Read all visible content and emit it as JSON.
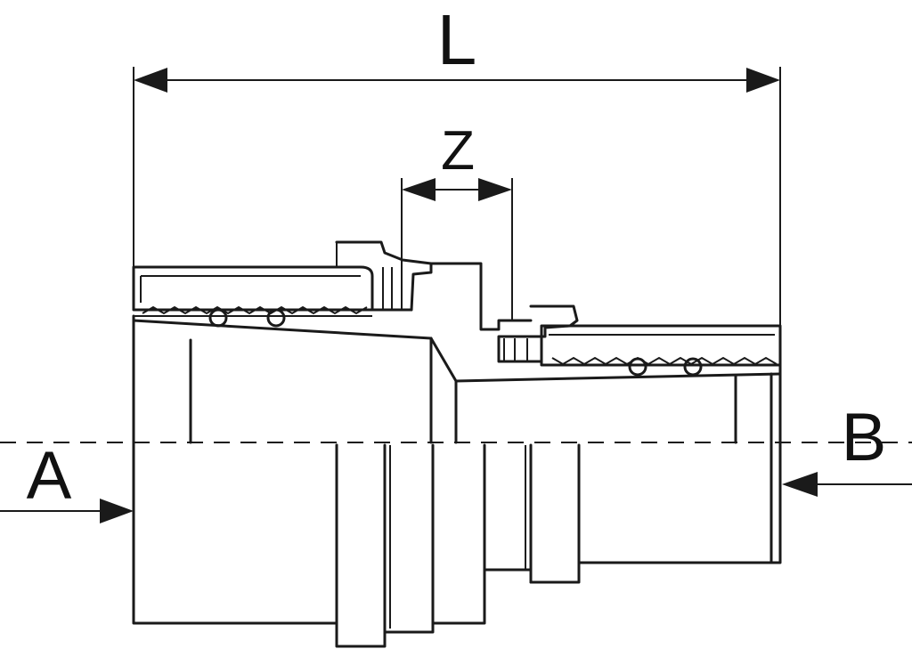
{
  "diagram": {
    "labels": {
      "length": "L",
      "insertion": "Z",
      "inlet": "A",
      "outlet": "B"
    },
    "colors": {
      "stroke": "#1a1a1a",
      "background": "#ffffff"
    }
  }
}
